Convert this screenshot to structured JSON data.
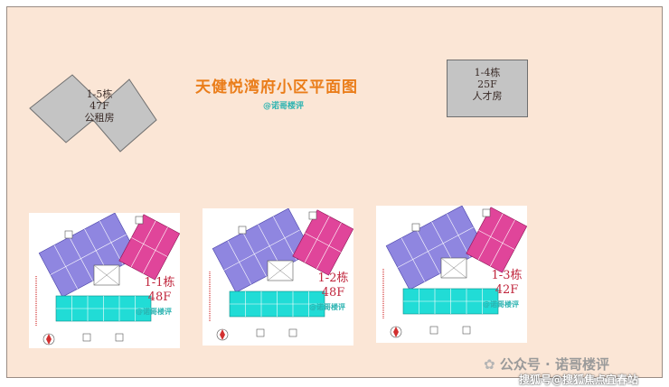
{
  "title": "天健悦湾府小区平面图",
  "watermark_small": "@诺哥楼评",
  "buildings": {
    "b15": {
      "name": "1-5栋",
      "floors": "47F",
      "use": "公租房"
    },
    "b14": {
      "name": "1-4栋",
      "floors": "25F",
      "use": "人才房"
    }
  },
  "plans": [
    {
      "name": "1-1栋",
      "floors": "48F",
      "watermark": "@诺哥楼评"
    },
    {
      "name": "1-2栋",
      "floors": "48F",
      "watermark": "@诺哥楼评"
    },
    {
      "name": "1-3栋",
      "floors": "42F",
      "watermark": "@诺哥楼评"
    }
  ],
  "footer": {
    "account": "公众号 · 诺哥楼评",
    "source": "搜狐号@搜狐焦点宜春站"
  },
  "colors": {
    "background": "#fbe6d6",
    "title": "#ea7d1a",
    "watermark": "#2bb3b1",
    "plan_label": "#c0263d",
    "unit_purple": "#8f86e0",
    "unit_pink": "#e0459a",
    "unit_cyan": "#21dcd6"
  }
}
